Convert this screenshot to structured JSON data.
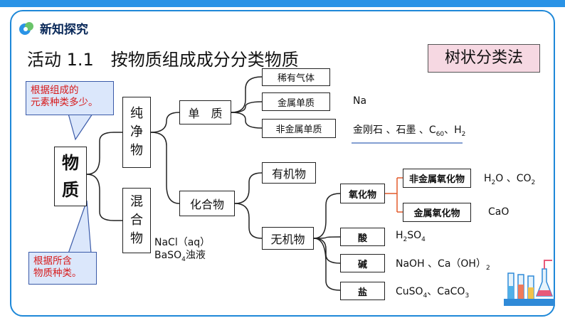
{
  "header": {
    "title": "新知探究"
  },
  "activity": {
    "title": "活动 1.1　按物质组成成分分类物质"
  },
  "badge": {
    "label": "树状分类法"
  },
  "callouts": {
    "top": [
      "根据组成的",
      "元素种类多少。"
    ],
    "bottom": [
      "根据所含",
      "物质种类。"
    ]
  },
  "tree": {
    "root": [
      "物",
      "质"
    ],
    "pure": [
      "纯",
      "净",
      "物"
    ],
    "mixture": [
      "混",
      "合",
      "物"
    ],
    "simple": "单　质",
    "compound": "化合物",
    "simple_children": [
      "稀有气体",
      "金属单质",
      "非金属单质"
    ],
    "organic": "有机物",
    "inorganic": "无机物",
    "oxide": "氧化物",
    "oxide_children": [
      "非金属氧化物",
      "金属氧化物"
    ],
    "acid": "酸",
    "base": "碱",
    "salt": "盐"
  },
  "examples": {
    "metal": "Na",
    "nonmetal": {
      "a": "金刚石 、石墨 、C",
      "sub60": "60",
      "b": "、H",
      "sub2": "2"
    },
    "nonmetal_oxide": {
      "a": "H",
      "s1": "2",
      "b": "O 、CO",
      "s2": "2"
    },
    "metal_oxide": "CaO",
    "acid": {
      "a": "H",
      "s1": "2",
      "b": "SO",
      "s2": "4"
    },
    "base": {
      "a": "NaOH 、Ca（OH）",
      "s": "2"
    },
    "salt": {
      "a": "CuSO",
      "s1": "4",
      "b": "、CaCO",
      "s2": "3"
    },
    "mixture1": "NaCl（aq）",
    "mixture2": {
      "a": "BaSO",
      "s": "4",
      "b": "浊液"
    }
  },
  "colors": {
    "accent": "#2a93e6",
    "callout_text": "#d71818",
    "badge_bg": "#f6d8e2",
    "bracket_orange": "#e25a2a"
  },
  "icons": [
    "logo-icon",
    "lab-flask-icon"
  ]
}
